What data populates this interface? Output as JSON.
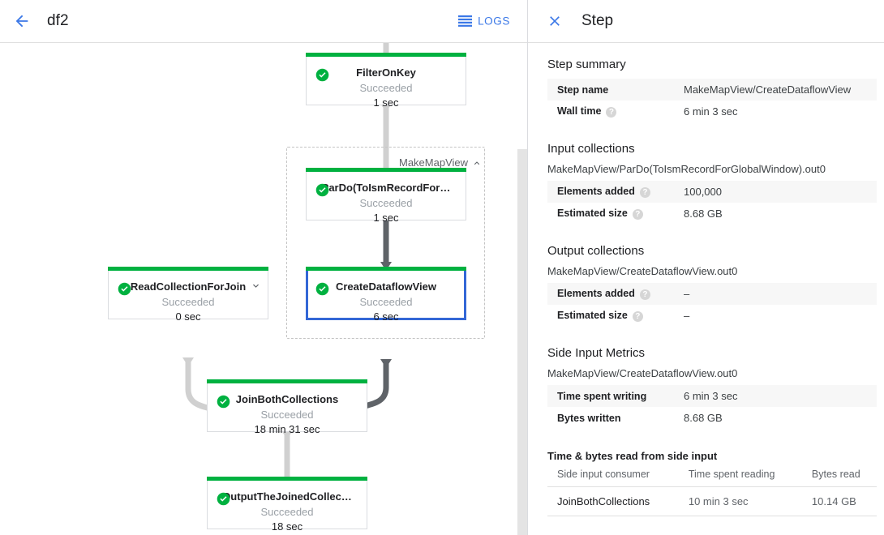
{
  "topbar": {
    "back_icon": "arrow-back-icon",
    "job_name": "df2",
    "logs_icon": "logs-list-icon",
    "logs_label": "LOGS"
  },
  "graph": {
    "group": {
      "label": "MakeMapView",
      "chevron_icon": "chevron-up-icon"
    },
    "nodes": [
      {
        "id": "filter-on-key",
        "name": "FilterOnKey",
        "status": "Succeeded",
        "time": "1 sec",
        "status_icon": "check-circle-icon",
        "selected": false,
        "expandable": false
      },
      {
        "id": "pardo-to-ism-record",
        "name": "ParDo(ToIsmRecordFor…",
        "status": "Succeeded",
        "time": "1 sec",
        "status_icon": "check-circle-icon",
        "selected": false,
        "expandable": false
      },
      {
        "id": "create-dataflow-view",
        "name": "CreateDataflowView",
        "status": "Succeeded",
        "time": "6 sec",
        "status_icon": "check-circle-icon",
        "selected": true,
        "expandable": false
      },
      {
        "id": "read-collection-for-join",
        "name": "ReadCollectionForJoin",
        "status": "Succeeded",
        "time": "0 sec",
        "status_icon": "check-circle-icon",
        "selected": false,
        "expandable": true,
        "chevron_icon": "chevron-down-icon"
      },
      {
        "id": "join-both-collections",
        "name": "JoinBothCollections",
        "status": "Succeeded",
        "time": "18 min 31 sec",
        "status_icon": "check-circle-icon",
        "selected": false,
        "expandable": false
      },
      {
        "id": "output-the-joined-collection",
        "name": "OutputTheJoinedCollec…",
        "status": "Succeeded",
        "time": "18 sec",
        "status_icon": "check-circle-icon",
        "selected": false,
        "expandable": false
      }
    ]
  },
  "panel": {
    "close_icon": "close-icon",
    "title": "Step",
    "step_summary": {
      "heading": "Step summary",
      "rows": [
        {
          "key": "Step name",
          "value": "MakeMapView/CreateDataflowView",
          "help": false
        },
        {
          "key": "Wall time",
          "value": "6 min 3 sec",
          "help": true
        }
      ]
    },
    "input_collections": {
      "heading": "Input collections",
      "collection": "MakeMapView/ParDo(ToIsmRecordForGlobalWindow).out0",
      "rows": [
        {
          "key": "Elements added",
          "value": "100,000",
          "help": true
        },
        {
          "key": "Estimated size",
          "value": "8.68 GB",
          "help": true
        }
      ]
    },
    "output_collections": {
      "heading": "Output collections",
      "collection": "MakeMapView/CreateDataflowView.out0",
      "rows": [
        {
          "key": "Elements added",
          "value": "–",
          "help": true
        },
        {
          "key": "Estimated size",
          "value": "–",
          "help": true
        }
      ]
    },
    "side_input_metrics": {
      "heading": "Side Input Metrics",
      "collection": "MakeMapView/CreateDataflowView.out0",
      "rows": [
        {
          "key": "Time spent writing",
          "value": "6 min 3 sec",
          "help": false
        },
        {
          "key": "Bytes written",
          "value": "8.68 GB",
          "help": false
        }
      ],
      "table_heading": "Time & bytes read from side input",
      "columns": [
        "Side input consumer",
        "Time spent reading",
        "Bytes read"
      ],
      "rows_table": [
        [
          "JoinBothCollections",
          "10 min 3 sec",
          "10.14 GB"
        ]
      ]
    }
  },
  "colors": {
    "accent_green": "#00b140",
    "selected_blue": "#3367d6",
    "link_blue": "#3b78e7",
    "edge_light": "#d0d0d0",
    "edge_dark": "#5f6368"
  }
}
